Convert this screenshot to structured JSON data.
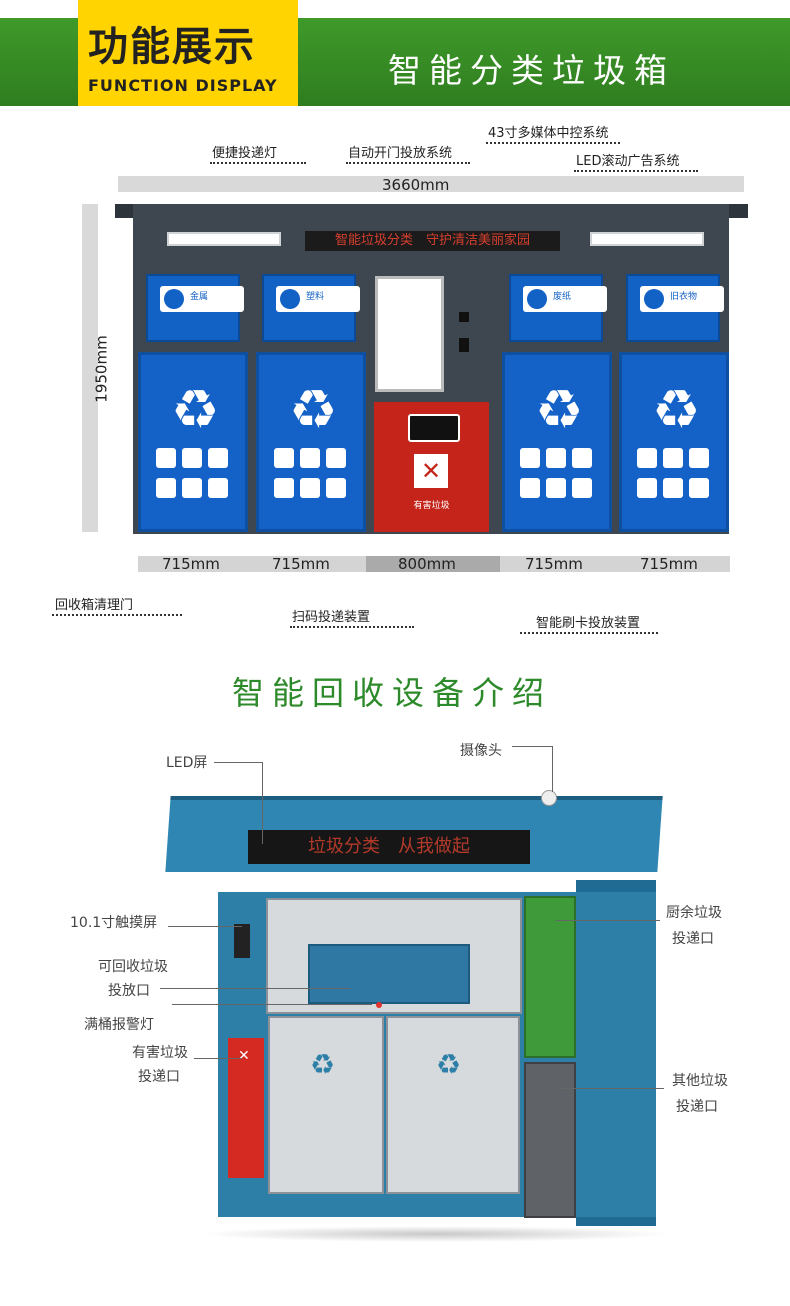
{
  "header": {
    "tab_cn": "功能展示",
    "tab_en": "FUNCTION DISPLAY",
    "title": "智能分类垃圾箱"
  },
  "diagram1": {
    "width_label": "3660mm",
    "height_label": "1950mm",
    "led_text": "智能垃圾分类　守护清洁美丽家园",
    "callouts": {
      "light": "便捷投递灯",
      "auto_door": "自动开门投放系统",
      "media": "43寸多媒体中控系统",
      "led": "LED滚动广告系统",
      "clean_door": "回收箱清理门",
      "scan": "扫码投递装置",
      "card": "智能刷卡投放装置"
    },
    "bins": [
      {
        "label": "金属"
      },
      {
        "label": "塑料"
      },
      {
        "label": "废纸"
      },
      {
        "label": "旧衣物"
      }
    ],
    "hazard_label": "有害垃圾",
    "widths": [
      "715mm",
      "715mm",
      "800mm",
      "715mm",
      "715mm"
    ]
  },
  "section2": {
    "title": "智能回收设备介绍",
    "led_text": "垃圾分类　从我做起",
    "labels": {
      "led": "LED屏",
      "camera": "摄像头",
      "touch": "10.1寸触摸屏",
      "recycle_1": "可回收垃圾",
      "recycle_2": "投放口",
      "alarm": "满桶报警灯",
      "hazard_1": "有害垃圾",
      "hazard_2": "投递口",
      "kitchen_1": "厨余垃圾",
      "kitchen_2": "投递口",
      "other_1": "其他垃圾",
      "other_2": "投递口"
    }
  },
  "colors": {
    "green": "#2f8a22",
    "yellow": "#ffd400",
    "blue": "#1462c8",
    "red": "#c42419",
    "teal": "#2d7fa8"
  }
}
